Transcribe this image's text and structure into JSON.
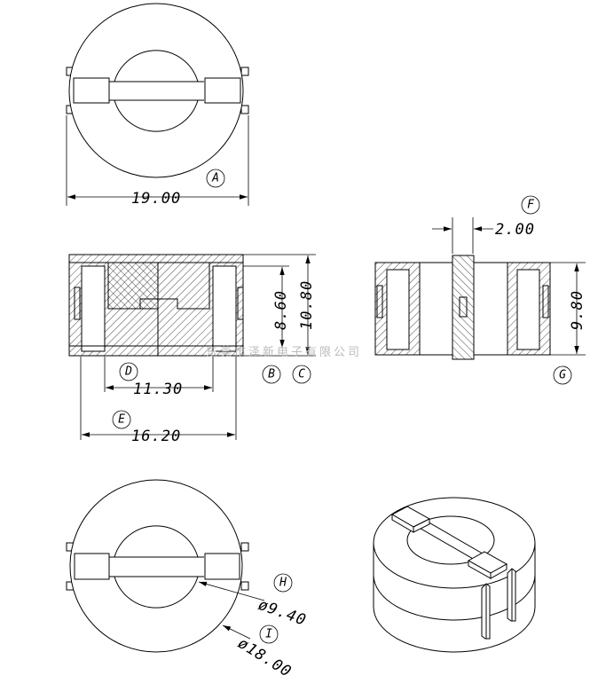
{
  "dimensions": {
    "outer_diameter_width": "19.00",
    "slot_width": "2.00",
    "inner_height": "8.60",
    "total_height": "10.80",
    "side_height": "9.80",
    "inner_span": "11.30",
    "outer_span": "16.20",
    "center_diameter": "ø9.40",
    "outer_diameter": "ø18.00"
  },
  "callouts": {
    "a": "A",
    "b": "B",
    "c": "C",
    "d": "D",
    "e": "E",
    "f": "F",
    "g": "G",
    "h": "H",
    "i": "I"
  },
  "watermark": "东莞市泽新电子有限公司"
}
